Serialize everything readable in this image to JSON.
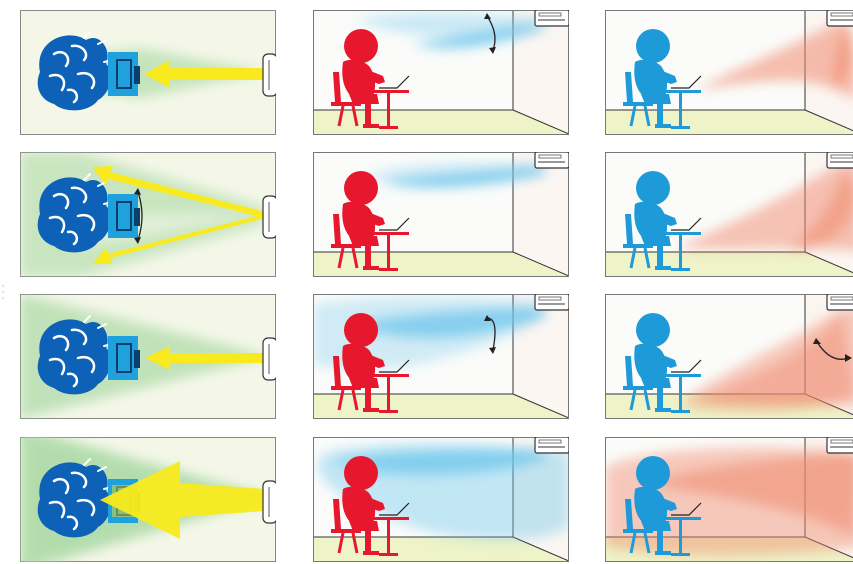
{
  "colors": {
    "top_view_bg": "#f4f7e8",
    "airflow_green": "#9ed49a",
    "airflow_yellow": "#f8ea1e",
    "person_top_blue": "#0d62b8",
    "person_top_shadow": "#c8946a",
    "desk_blue": "#1fa1dd",
    "cool_person_red": "#e7172d",
    "warm_person_blue": "#1e9ad9",
    "cool_air": "#6cc5ec",
    "warm_air": "#f08a6e",
    "floor": "#eef3c8",
    "wall": "#fbfcfa",
    "unit": "#ffffff"
  },
  "grid": {
    "rows": 4,
    "columns": [
      "top-view-airflow",
      "side-view-cooling",
      "side-view-heating"
    ]
  },
  "rows": [
    {
      "top_view": "narrow-direct-beam",
      "cooling": "high-swinging-beam",
      "heating": "corner-downflow"
    },
    {
      "top_view": "split-swing-beam",
      "cooling": "straight-beam",
      "heating": "wide-corner-downflow"
    },
    {
      "top_view": "wide-spread-beam",
      "cooling": "wide-swinging-beam",
      "heating": "low-floor-sweep"
    },
    {
      "top_view": "big-wide-beam",
      "cooling": "full-room-spread",
      "heating": "full-room-spread"
    }
  ],
  "icons": [
    "air-conditioner-icon",
    "person-icon",
    "desk-icon",
    "laptop-icon",
    "swing-arrow-icon",
    "airflow-arrow-icon"
  ]
}
